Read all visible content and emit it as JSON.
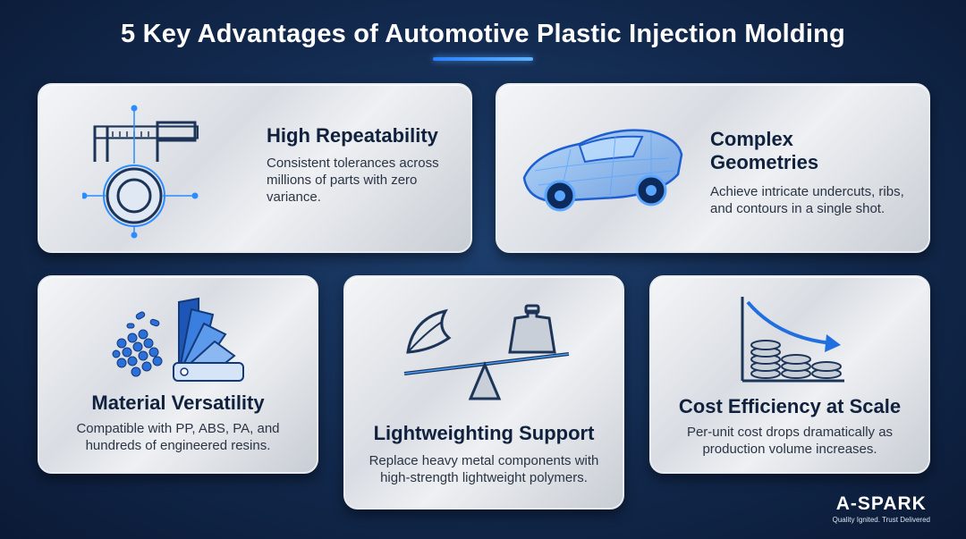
{
  "title": "5 Key Advantages of Automotive Plastic Injection Molding",
  "cards": [
    {
      "heading": "High Repeatability",
      "text": "Consistent tolerances across millions of parts with zero variance.",
      "icon": "caliper-icon"
    },
    {
      "heading": "Complex Geometries",
      "text": "Achieve intricate undercuts, ribs, and contours in a single shot.",
      "icon": "car-wireframe-icon"
    },
    {
      "heading": "Material Versatility",
      "text": "Compatible with PP, ABS, PA, and hundreds of engineered resins.",
      "icon": "resin-swatch-icon"
    },
    {
      "heading": "Lightweighting Support",
      "text": "Replace heavy metal components with high-strength lightweight polymers.",
      "icon": "balance-scale-icon"
    },
    {
      "heading": "Cost Efficiency at Scale",
      "text": "Per-unit cost drops dramatically as production volume increases.",
      "icon": "cost-chart-icon"
    }
  ],
  "brand": {
    "name": "A-SPARK",
    "tagline": "Quality Ignited. Trust Delivered"
  },
  "colors": {
    "background": "#12294d",
    "accent": "#2a7fff",
    "heading": "#10213d"
  }
}
